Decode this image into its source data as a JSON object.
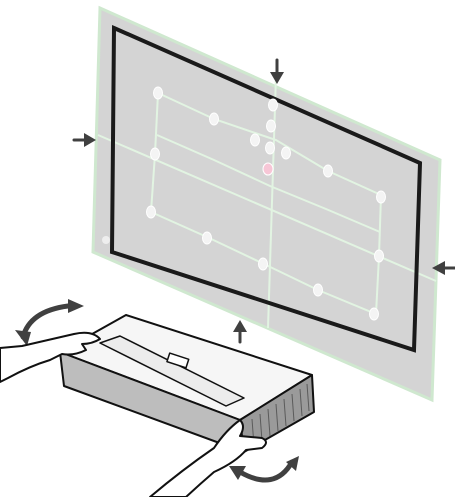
{
  "figure": {
    "kind": "projector-alignment-illustration",
    "components": [
      "projected-image-plane",
      "screen-frame",
      "alignment-grid",
      "alignment-arrows",
      "rotation-arrows",
      "projector",
      "hands"
    ],
    "colors": {
      "plane_fill": "#d4d4d4",
      "plane_edge": "#cfe8cf",
      "frame": "#1a1a1a",
      "grid_line": "#d8f0d8",
      "node": "#f4f4f4",
      "arrow": "#404040",
      "projector_top": "#f6f6f6",
      "projector_side": "#bdbdbd",
      "outline": "#111111"
    },
    "alignment_arrows": [
      "top",
      "left",
      "right",
      "bottom"
    ],
    "rotation_arrows": [
      "upper-left",
      "lower-right"
    ]
  }
}
